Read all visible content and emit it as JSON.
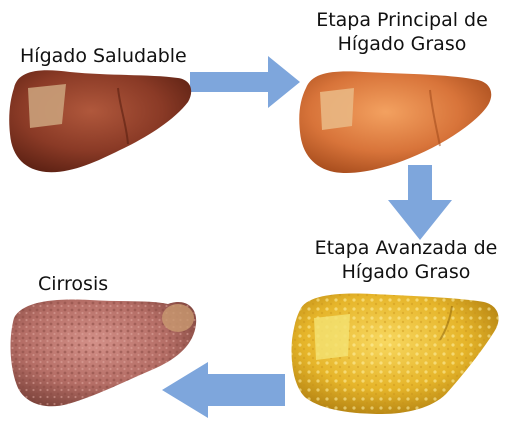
{
  "stages": [
    {
      "id": "healthy",
      "label_lines": [
        "Hígado Saludable"
      ],
      "color": "#8a3a26"
    },
    {
      "id": "early",
      "label_lines": [
        "Etapa Principal de",
        "Hígado Graso"
      ],
      "color": "#d8743a"
    },
    {
      "id": "advanced",
      "label_lines": [
        "Etapa Avanzada de",
        "Hígado Graso"
      ],
      "color": "#e6b52a"
    },
    {
      "id": "cirrhosis",
      "label_lines": [
        "Cirrosis"
      ],
      "color": "#b56e66"
    }
  ],
  "arrow_color": "#7ea6dc"
}
